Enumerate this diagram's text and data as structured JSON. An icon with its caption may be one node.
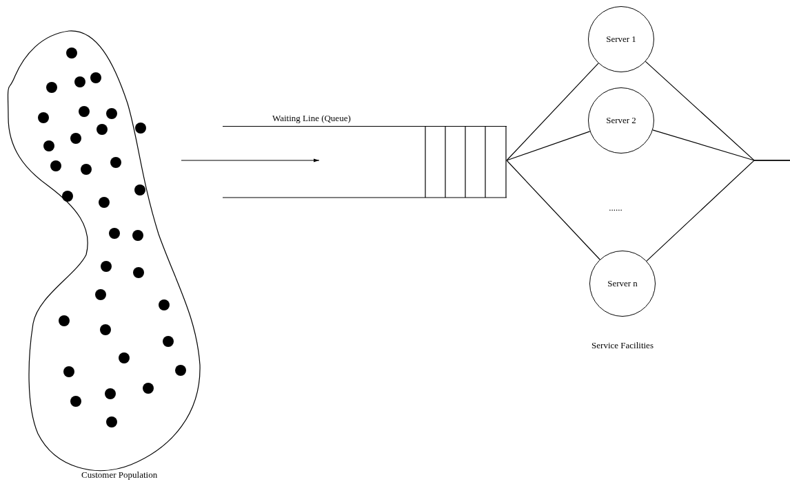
{
  "diagram": {
    "nodes": [
      {
        "text": [
          "Customer Population"
        ]
      },
      {
        "text": [
          "Waiting Line (Queue)"
        ]
      },
      {
        "text": [
          "Server 1"
        ]
      },
      {
        "text": [
          "Server 2"
        ]
      },
      {
        "text": [
          "Server n"
        ]
      }
    ],
    "edges": [
      {
        "from": 0,
        "to": 1,
        "arrow": "to"
      },
      {
        "from": 1,
        "to": 2,
        "arrow": "none"
      },
      {
        "from": 1,
        "to": 3,
        "arrow": "none"
      },
      {
        "from": 1,
        "to": 4,
        "arrow": "none"
      },
      {
        "from": 2,
        "to": null,
        "arrow": "none"
      },
      {
        "from": 3,
        "to": null,
        "arrow": "none"
      },
      {
        "from": 4,
        "to": null,
        "arrow": "none"
      }
    ],
    "labels": [
      "......",
      "Service Facilities"
    ]
  }
}
